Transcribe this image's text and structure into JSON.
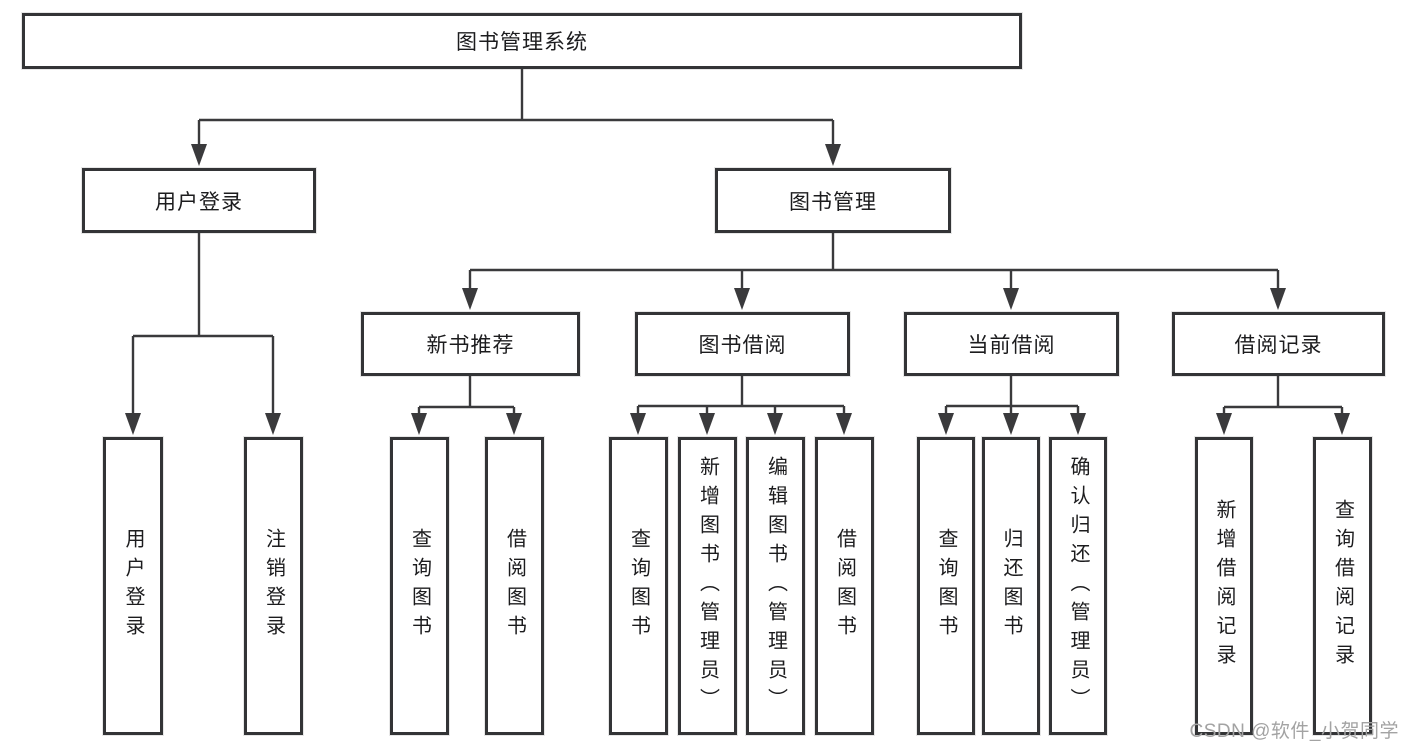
{
  "diagram": {
    "title": "图书管理系统",
    "branches": [
      {
        "label": "用户登录",
        "children": [
          {
            "label": "用户登录"
          },
          {
            "label": "注销登录"
          }
        ]
      },
      {
        "label": "图书管理",
        "children": [
          {
            "label": "新书推荐",
            "children": [
              {
                "label": "查询图书"
              },
              {
                "label": "借阅图书"
              }
            ]
          },
          {
            "label": "图书借阅",
            "children": [
              {
                "label": "查询图书"
              },
              {
                "label": "新增图书（管理员）"
              },
              {
                "label": "编辑图书（管理员）"
              },
              {
                "label": "借阅图书"
              }
            ]
          },
          {
            "label": "当前借阅",
            "children": [
              {
                "label": "查询图书"
              },
              {
                "label": "归还图书"
              },
              {
                "label": "确认归还（管理员）"
              }
            ]
          },
          {
            "label": "借阅记录",
            "children": [
              {
                "label": "新增借阅记录"
              },
              {
                "label": "查询借阅记录"
              }
            ]
          }
        ]
      }
    ],
    "line_color": "#3a3a3c"
  },
  "watermark": {
    "text": "CSDN @软件_小贺同学"
  }
}
